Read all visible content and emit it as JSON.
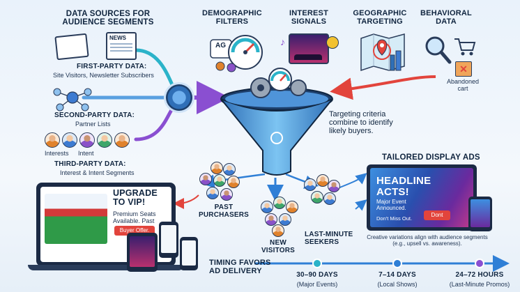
{
  "sources": {
    "title": "DATA SOURCES FOR AUDIENCE SEGMENTS",
    "news": "NEWS",
    "first_title": "FIRST-PARTY DATA:",
    "first_sub": "Site Visitors, Newsletter Subscribers",
    "second_title": "SECOND-PARTY DATA:",
    "second_sub": "Partner Lists",
    "interests": "Interests",
    "intent": "Intent",
    "third_title": "THIRD-PARTY DATA:",
    "third_sub": "Interest & Intent Segments"
  },
  "filters": {
    "demographic": "DEMOGRAPHIC FILTERS",
    "ag": "AG",
    "interest": "INTEREST SIGNALS",
    "geographic": "GEOGRAPHIC TARGETING",
    "behavioral": "BEHAVIORAL DATA",
    "abandoned": "Abandoned cart"
  },
  "funnel": {
    "criteria": "Targeting criteria combine to identify likely buyers."
  },
  "audiences": {
    "past": "PAST PURCHASERS",
    "new": "NEW VISITORS",
    "last": "LAST-MINUTE SEEKERS"
  },
  "vip_ad": {
    "title": "UPGRADE TO VIP!",
    "body": "Premium Seats Available. Past",
    "button": "Buyer Offer."
  },
  "display": {
    "title": "TAILORED DISPLAY ADS",
    "headline": "HEADLINE ACTS!",
    "sub": "Major Event Announced.",
    "cta_text": "Don't Miss Out.",
    "cta_button": "Dont",
    "caption": "Creative variations align with audience segments (e.g., upsell vs. awareness)."
  },
  "timing": {
    "title": "TIMING FAVORS AD DELIVERY",
    "points": [
      {
        "label": "30–90 DAYS",
        "sub": "(Major Events)"
      },
      {
        "label": "7–14 DAYS",
        "sub": "(Local Shows)"
      },
      {
        "label": "24–72 HOURS",
        "sub": "(Last-Minute Promos)"
      }
    ]
  },
  "colors": {
    "navy": "#10253f",
    "blue": "#2f7fd6",
    "purple": "#8a4fd1",
    "orange": "#ee8a2f",
    "red": "#e2443c",
    "teal": "#2bb3c9"
  }
}
